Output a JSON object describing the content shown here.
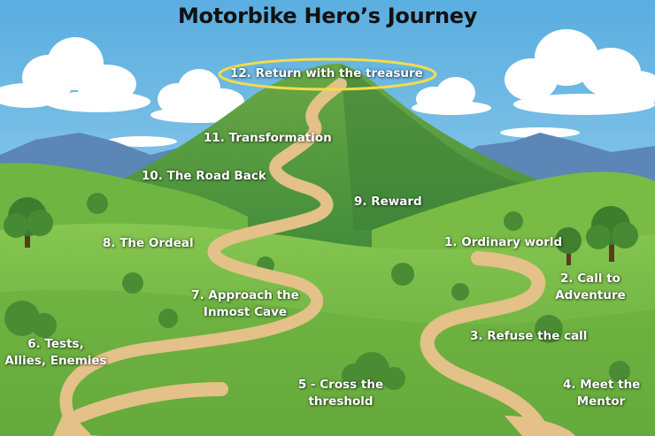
{
  "title": "Motorbike Hero’s Journey",
  "stages": {
    "s1": "1.  Ordinary world",
    "s2a": "2. Call to",
    "s2b": "Adventure",
    "s3": "3. Refuse the call",
    "s4a": "4. Meet the",
    "s4b": "Mentor",
    "s5a": "5 - Cross the",
    "s5b": "threshold",
    "s6a": "6. Tests,",
    "s6b": "Allies, Enemies",
    "s7a": "7. Approach the",
    "s7b": "Inmost Cave",
    "s8": "8. The Ordeal",
    "s9": "9. Reward",
    "s10": "10. The Road Back",
    "s11": "11. Transformation",
    "s12": "12. Return with the treasure"
  },
  "colors": {
    "sky": "#7fc3e8",
    "path": "#e6c58a",
    "grass": "#7cc04a",
    "highlight_ring": "#f3dc4a"
  }
}
